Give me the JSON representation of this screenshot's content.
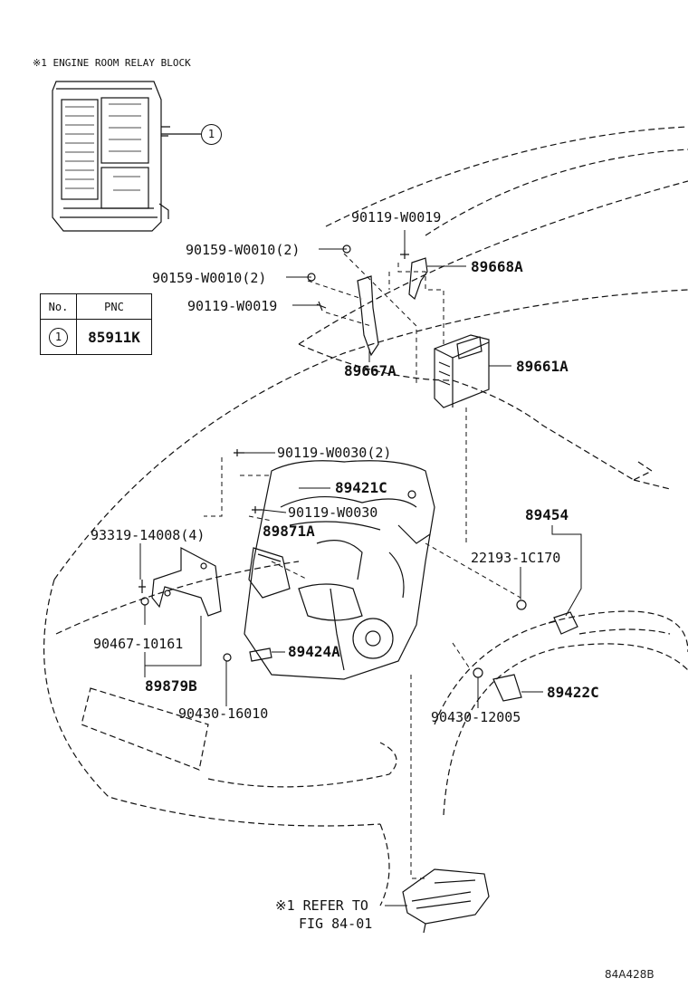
{
  "header_note": "※1 ENGINE ROOM RELAY BLOCK",
  "callout_number": "1",
  "table": {
    "headers": [
      "No.",
      "PNC"
    ],
    "rows": [
      {
        "no": "1",
        "pnc": "85911K"
      }
    ]
  },
  "labels": {
    "p90119_W0019_top": "90119-W0019",
    "p90159_W0010_a": "90159-W0010(2)",
    "p90159_W0010_b": "90159-W0010(2)",
    "p90119_W0019_mid": "90119-W0019",
    "p89668A": "89668A",
    "p89661A": "89661A",
    "p89667A": "89667A",
    "p90119_W0030_2": "90119-W0030(2)",
    "p89421C": "89421C",
    "p90119_W0030": "90119-W0030",
    "p89454": "89454",
    "p93319_14008": "93319-14008(4)",
    "p89871A": "89871A",
    "p22193_1C170": "22193-1C170",
    "p90467_10161": "90467-10161",
    "p89424A": "89424A",
    "p89879B": "89879B",
    "p89422C": "89422C",
    "p90430_16010": "90430-16010",
    "p90430_12005": "90430-12005",
    "refer_line1": "※1 REFER TO",
    "refer_line2": "FIG 84-01"
  },
  "figure_code": "84A428B"
}
